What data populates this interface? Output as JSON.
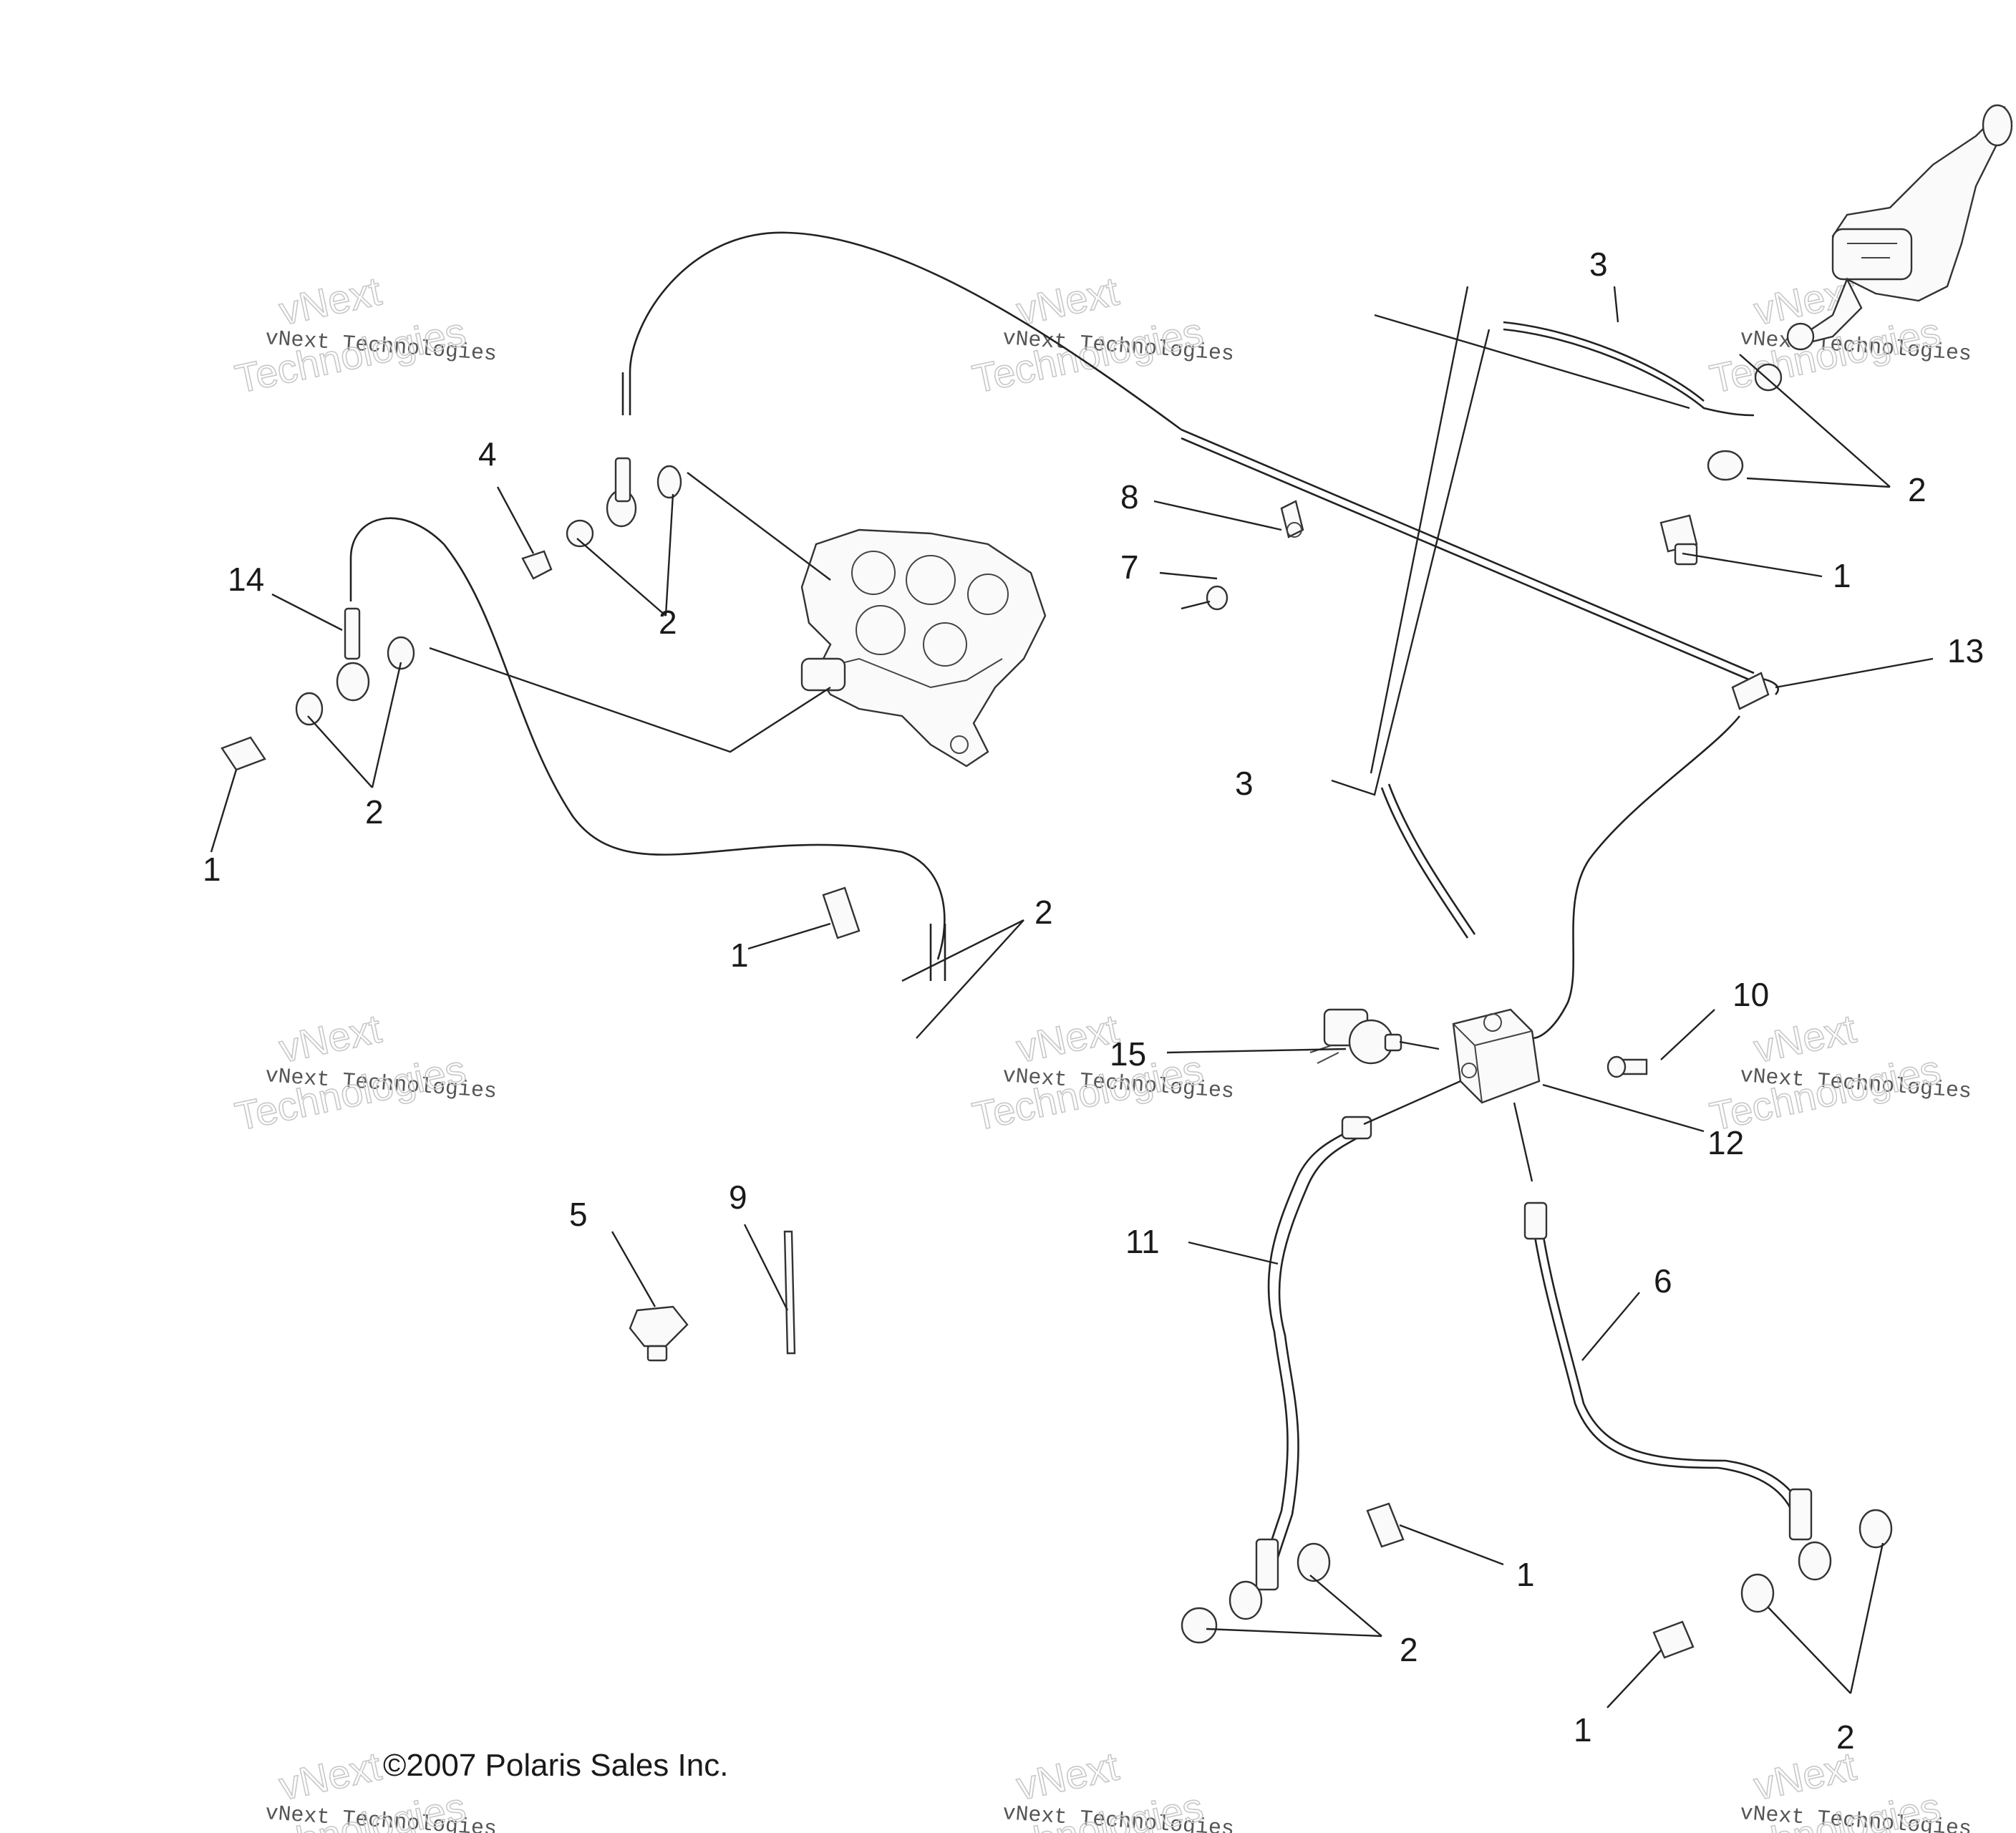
{
  "callouts": {
    "c3a": "3",
    "c2a": "2",
    "c1a": "1",
    "c13": "13",
    "c8": "8",
    "c7": "7",
    "c4": "4",
    "c2b": "2",
    "c14": "14",
    "c2c": "2",
    "c1b": "1",
    "c1c": "1",
    "c2d": "2",
    "c3b": "3",
    "c10": "10",
    "c15": "15",
    "c12": "12",
    "c11": "11",
    "c6": "6",
    "c5": "5",
    "c9": "9",
    "c1d": "1",
    "c2e": "2",
    "c1e": "1",
    "c2f": "2"
  },
  "watermark": {
    "line1": "vNext Technologies",
    "line2": "vNext",
    "line3": "Technologies"
  },
  "copyright": "©2007 Polaris Sales Inc."
}
